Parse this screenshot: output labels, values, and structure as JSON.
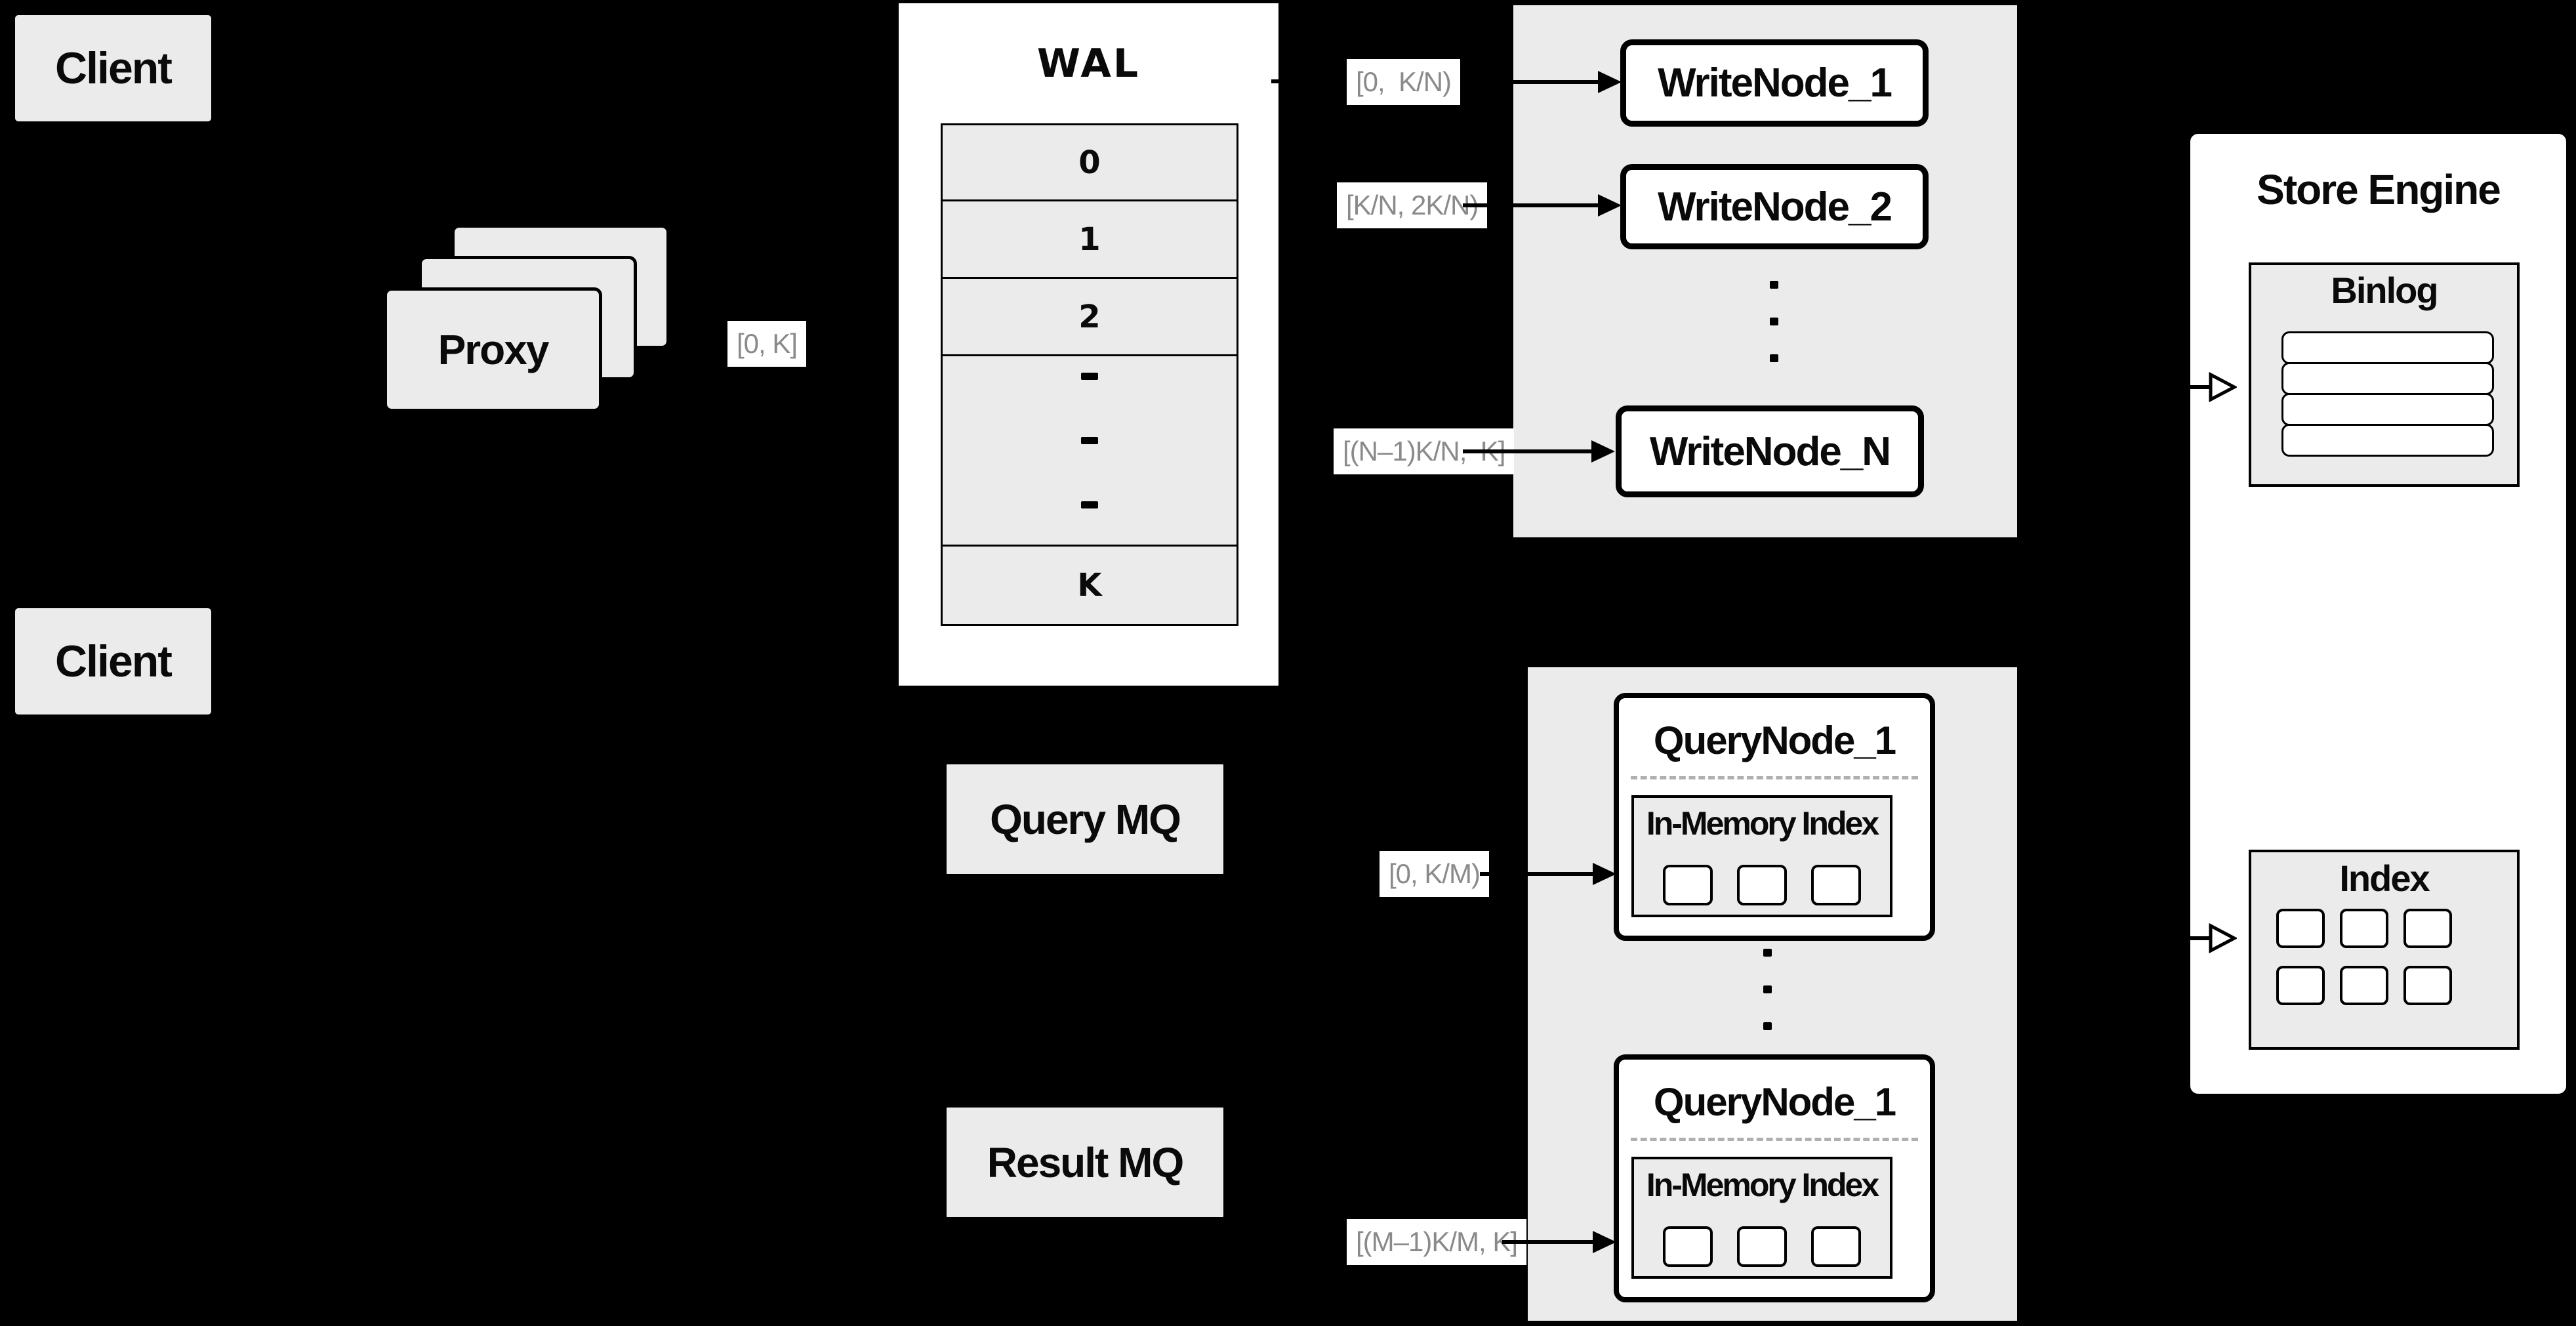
{
  "colors": {
    "background": "#000000",
    "box_gray": "#ebebeb",
    "box_white": "#ffffff",
    "line_black": "#000000",
    "range_label_text": "#8a8a8a",
    "dashed_separator": "#b0b0b0"
  },
  "clients": {
    "top": "Client",
    "bottom": "Client"
  },
  "proxy": {
    "label": "Proxy",
    "range_label": "[0, K]"
  },
  "wal": {
    "title": "WAL",
    "rows": [
      "0",
      "1",
      "2",
      "K"
    ]
  },
  "write_section": {
    "nodes": [
      {
        "range": "[0,  K/N)",
        "name": "WriteNode_1"
      },
      {
        "range": "[K/N, 2K/N)",
        "name": "WriteNode_2"
      },
      {
        "range": "[(N–1)K/N,  K]",
        "name": "WriteNode_N"
      }
    ]
  },
  "store_engine": {
    "title": "Store Engine",
    "binlog_title": "Binlog",
    "index_title": "Index"
  },
  "mq": {
    "query": "Query MQ",
    "result": "Result MQ"
  },
  "query_section": {
    "nodes": [
      {
        "range": "[0, K/M)",
        "name": "QueryNode_1",
        "inner_title": "In-Memory Index"
      },
      {
        "range": "[(M–1)K/M, K]",
        "name": "QueryNode_1",
        "inner_title": "In-Memory Index"
      }
    ]
  }
}
